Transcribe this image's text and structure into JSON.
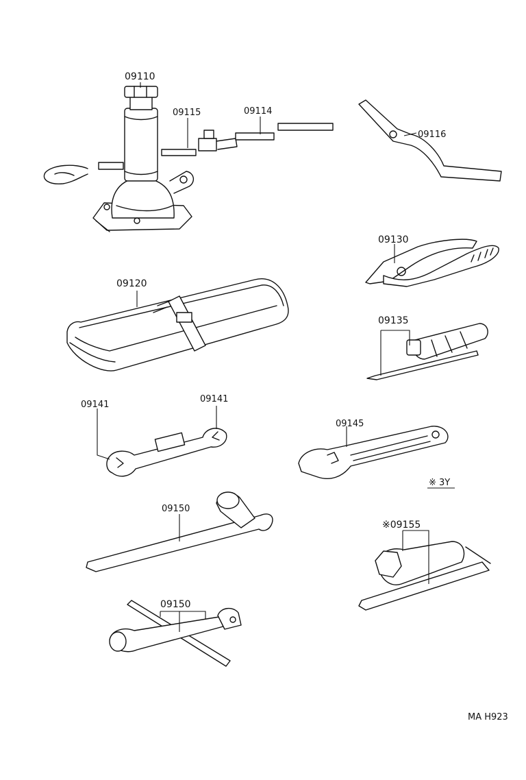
{
  "parts": {
    "jack": "09110",
    "jack_handle_a": "09115",
    "jack_handle_b": "09114",
    "jack_crank": "09116",
    "tool_bag": "09120",
    "pliers": "09130",
    "screwdriver": "09135",
    "wrench_left": "09141",
    "wrench_right": "09141",
    "adjustable_wrench": "09145",
    "lug_wrench_a": "09150",
    "lug_wrench_b": "09150",
    "plug_wrench": "※09155"
  },
  "note": "※ 3Y",
  "footer_code": "MA  H923"
}
